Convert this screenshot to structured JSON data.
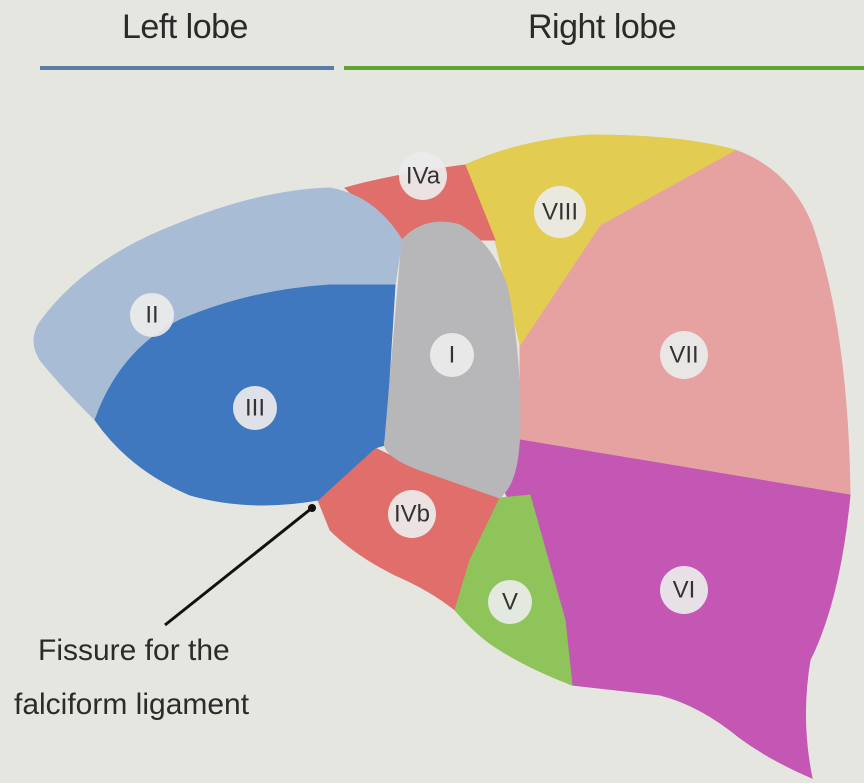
{
  "header": {
    "left_lobe": "Left lobe",
    "right_lobe": "Right lobe",
    "left_color": "#5a7ea3",
    "right_color": "#5fa431"
  },
  "segments": [
    {
      "id": "II",
      "label": "II",
      "color": "#a9bcd6"
    },
    {
      "id": "III",
      "label": "III",
      "color": "#3f78be"
    },
    {
      "id": "IVa",
      "label": "IVa",
      "color": "#e06f6c"
    },
    {
      "id": "IVb",
      "label": "IVb",
      "color": "#e06f6c"
    },
    {
      "id": "I",
      "label": "I",
      "color": "#b7b7b9"
    },
    {
      "id": "V",
      "label": "V",
      "color": "#8ec45a"
    },
    {
      "id": "VI",
      "label": "VI",
      "color": "#c357b3"
    },
    {
      "id": "VII",
      "label": "VII",
      "color": "#e6a2a0"
    },
    {
      "id": "VIII",
      "label": "VIII",
      "color": "#e2cc52"
    }
  ],
  "annotation": {
    "line1": "Fissure for the",
    "line2": "falciform ligament"
  }
}
